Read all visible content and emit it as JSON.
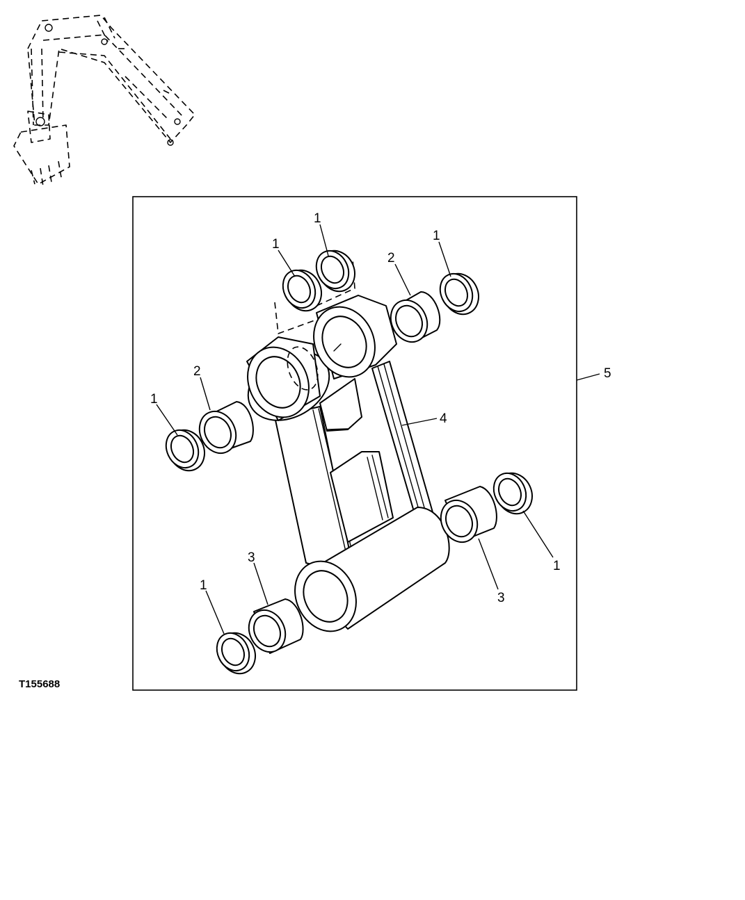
{
  "figure_id": "T155688",
  "callouts": {
    "c1_top_left": "1",
    "c1_top_mid": "1",
    "c1_top_right": "1",
    "c2_top_right": "2",
    "c1_left": "1",
    "c2_left": "2",
    "c4": "4",
    "c5": "5",
    "c1_right": "1",
    "c3_right": "3",
    "c3_bottom": "3",
    "c1_bottom": "1"
  }
}
